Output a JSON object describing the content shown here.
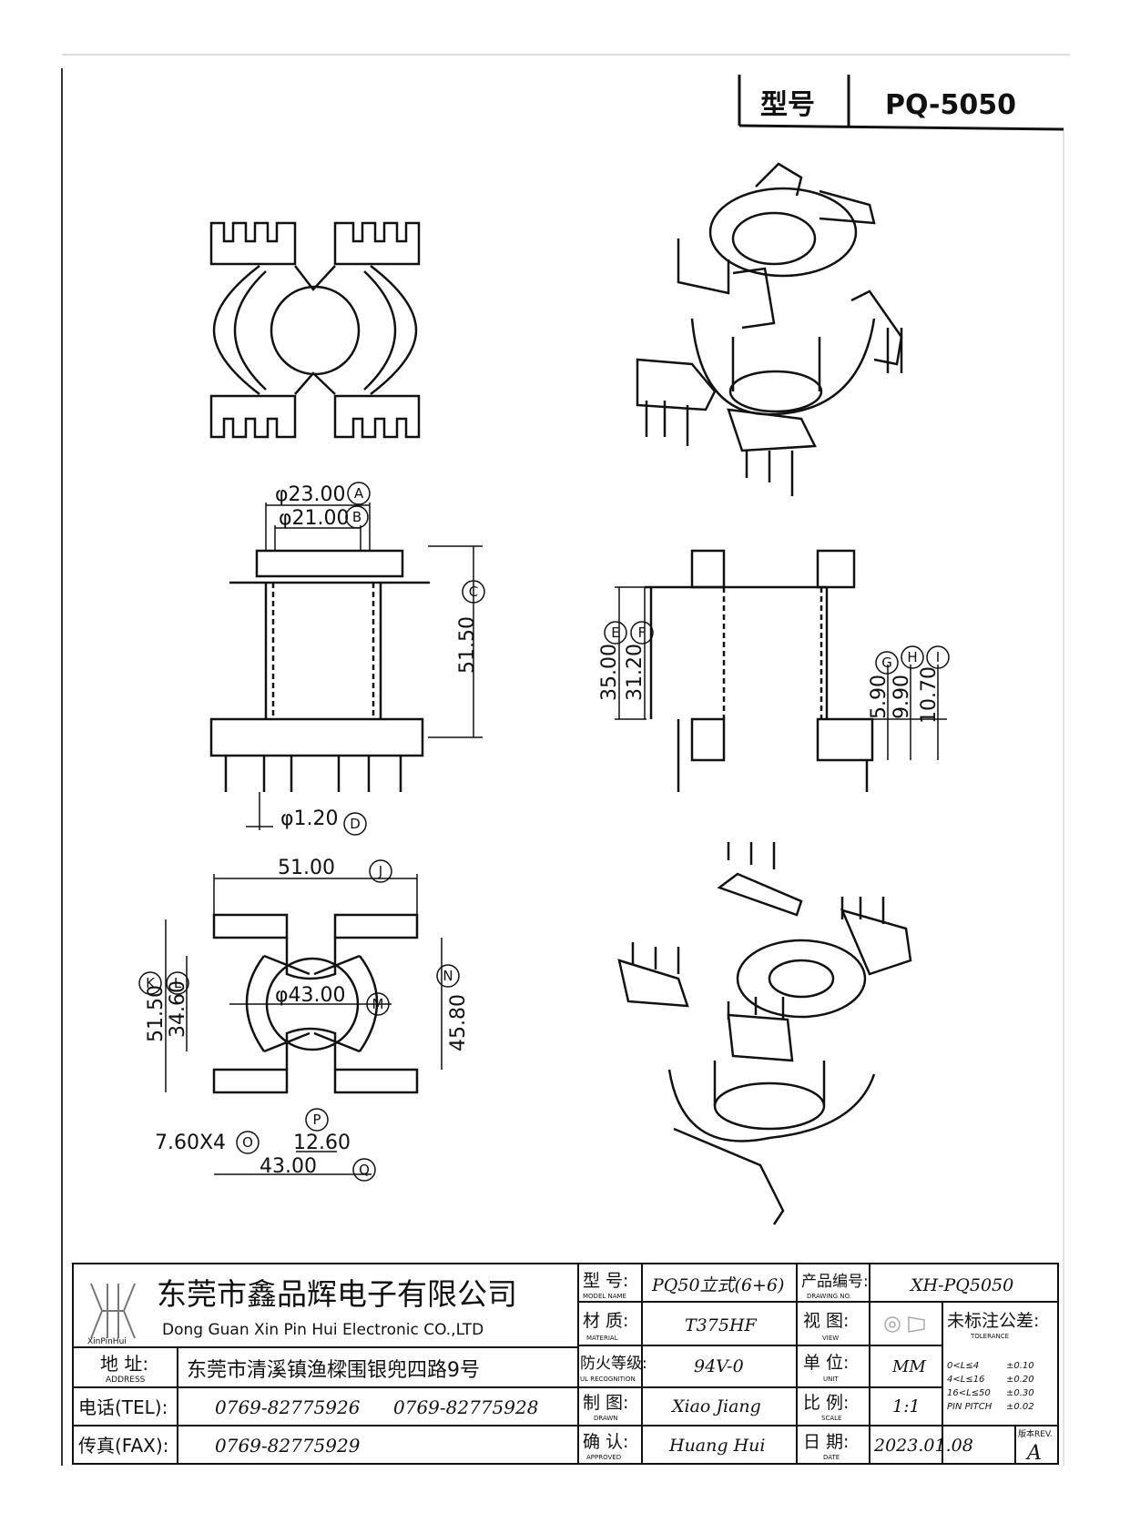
{
  "header": {
    "model_label": "型号",
    "model_value": "PQ-5050"
  },
  "dims": {
    "d_a": "φ23.00",
    "d_b": "φ21.00",
    "pin_dia": "φ1.20",
    "height_c": "51.50",
    "height_e": "35.00",
    "height_f": "31.20",
    "g": "5.90",
    "h": "9.90",
    "i": "10.70",
    "width_j": "51.00",
    "k": "51.50",
    "l": "34.60",
    "m": "φ43.00",
    "n": "45.80",
    "o": "7.60X4",
    "p": "12.60",
    "q": "43.00"
  },
  "markers": [
    "A",
    "B",
    "C",
    "D",
    "E",
    "F",
    "G",
    "H",
    "I",
    "J",
    "K",
    "L",
    "M",
    "N",
    "O",
    "P",
    "Q"
  ],
  "title_block": {
    "company_cn": "东莞市鑫品辉电子有限公司",
    "company_en": "Dong Guan Xin Pin Hui Electronic CO.,LTD",
    "logo_text": "XinPinHui",
    "address_label": "地 址:",
    "address_label_en": "ADDRESS",
    "address": "东莞市清溪镇渔樑围银兜四路9号",
    "tel_label": "电话(TEL):",
    "tel1": "0769-82775926",
    "tel2": "0769-82775928",
    "fax_label": "传真(FAX):",
    "fax": "0769-82775929",
    "model_name_label": "型 号:",
    "model_name_label_en": "MODEL NAME",
    "model_name": "PQ50立式(6+6)",
    "material_label": "材 质:",
    "material_label_en": "MATERIAL",
    "material": "T375HF",
    "flame_label": "防火等级:",
    "flame_label_en": "UL RECOGNITION",
    "flame": "94V-0",
    "drawn_label": "制 图:",
    "drawn_label_en": "DRAWN",
    "drawn": "Xiao Jiang",
    "approved_label": "确 认:",
    "approved_label_en": "APPROVED",
    "approved": "Huang Hui",
    "drawing_no_label": "产品编号:",
    "drawing_no_label_en": "DRAWING NO.",
    "drawing_no": "XH-PQ5050",
    "view_label": "视 图:",
    "view_label_en": "VIEW",
    "unit_label": "单 位:",
    "unit_label_en": "UNIT",
    "unit": "MM",
    "scale_label": "比 例:",
    "scale_label_en": "SCALE",
    "scale": "1:1",
    "date_label": "日 期:",
    "date_label_en": "DATE",
    "date": "2023.01.08",
    "tolerance_label": "未标注公差:",
    "tolerance_label_en": "TOLERANCE",
    "tolerances": [
      {
        "range": "0<L≤4",
        "value": "±0.10"
      },
      {
        "range": "4<L≤16",
        "value": "±0.20"
      },
      {
        "range": "16<L≤50",
        "value": "±0.30"
      },
      {
        "range": "PIN PITCH",
        "value": "±0.02"
      }
    ],
    "rev_label": "版本REV.",
    "rev": "A"
  }
}
